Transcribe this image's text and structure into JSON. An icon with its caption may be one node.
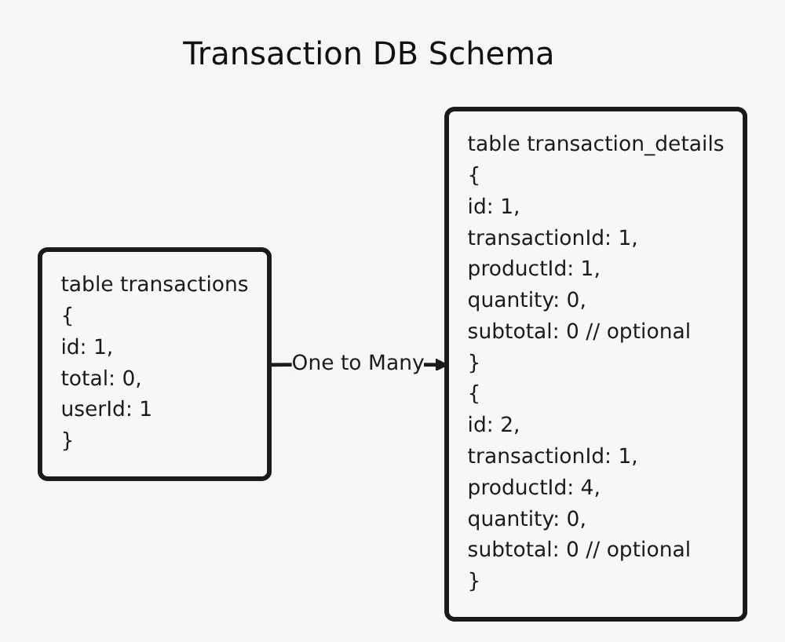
{
  "diagram": {
    "title": "Transaction DB Schema",
    "nodes": [
      {
        "text": [
          "table transactions",
          "{",
          "id: 1,",
          "total: 0,",
          "userId: 1",
          "}"
        ]
      },
      {
        "text": [
          "table transaction_details",
          "{",
          "id: 1,",
          "transactionId: 1,",
          "productId: 1,",
          "quantity: 0,",
          "subtotal: 0 // optional",
          "}",
          "{",
          "id: 2,",
          "transactionId: 1,",
          "productId: 4,",
          "quantity: 0,",
          "subtotal: 0 // optional",
          "}"
        ]
      }
    ],
    "edges": [
      {
        "from": 0,
        "to": 1,
        "arrow": "to",
        "label": "One to Many"
      }
    ]
  }
}
